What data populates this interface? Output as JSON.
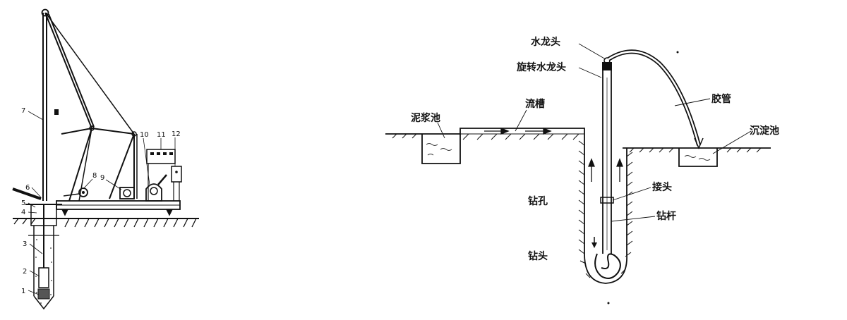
{
  "left_diagram": {
    "part_numbers": [
      "1",
      "2",
      "3",
      "4",
      "5",
      "6",
      "7",
      "8",
      "9",
      "10",
      "11",
      "12"
    ]
  },
  "right_diagram": {
    "labels": {
      "swivel": "水龙头",
      "rotary_swivel": "旋转水龙头",
      "mud_pit": "泥浆池",
      "channel": "流槽",
      "hose": "胶管",
      "settling_tank": "沉淀池",
      "borehole": "钻孔",
      "joint": "接头",
      "drill_rod": "钻杆",
      "drill_bit": "钻头"
    }
  },
  "colors": {
    "ink": "#111111",
    "background": "#ffffff"
  }
}
